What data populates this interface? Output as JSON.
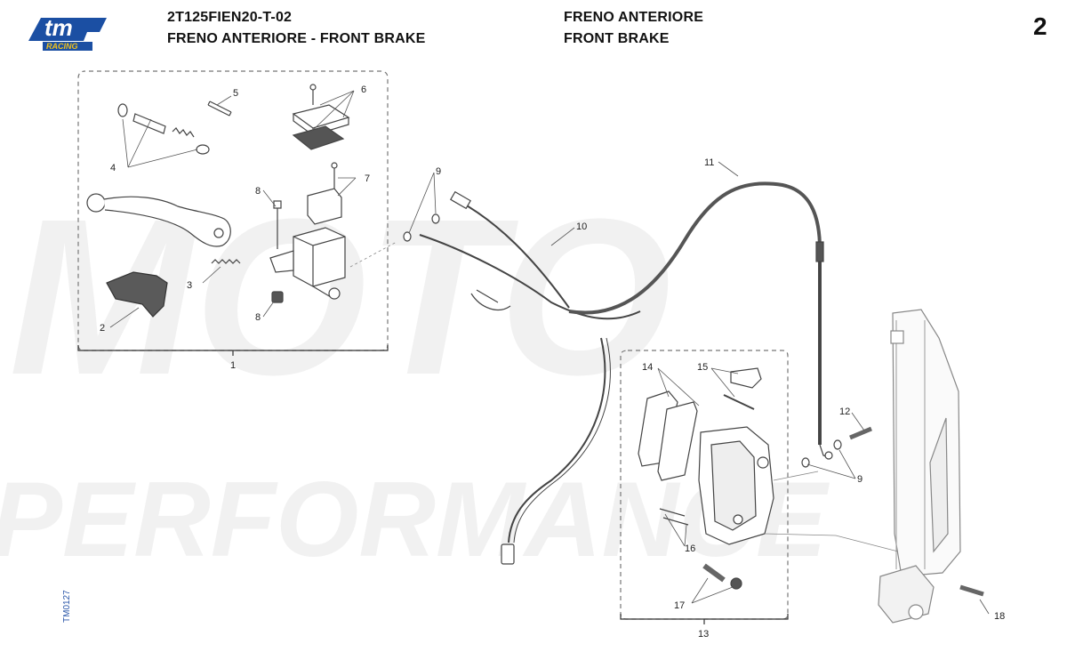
{
  "header": {
    "code": "2T125FIEN20-T-02",
    "subtitle_it_en": "FRENO ANTERIORE - FRONT BRAKE",
    "title_it": "FRENO ANTERIORE",
    "title_en": "FRONT BRAKE",
    "page_number": "2"
  },
  "logo": {
    "brand": "tm",
    "tagline": "RACING",
    "color": "#1b4fa3",
    "accent": "#f2c21a"
  },
  "watermark": {
    "line1": "MOTO",
    "line2": "PERFORMANCE"
  },
  "side_code": "TM0127",
  "callouts": [
    "1",
    "2",
    "3",
    "4",
    "5",
    "6",
    "7",
    "8",
    "8",
    "9",
    "9",
    "10",
    "11",
    "12",
    "13",
    "14",
    "15",
    "16",
    "17",
    "18"
  ],
  "colors": {
    "line": "#444444",
    "dashed_box": "#777777",
    "watermark": "#f1f1f1"
  }
}
